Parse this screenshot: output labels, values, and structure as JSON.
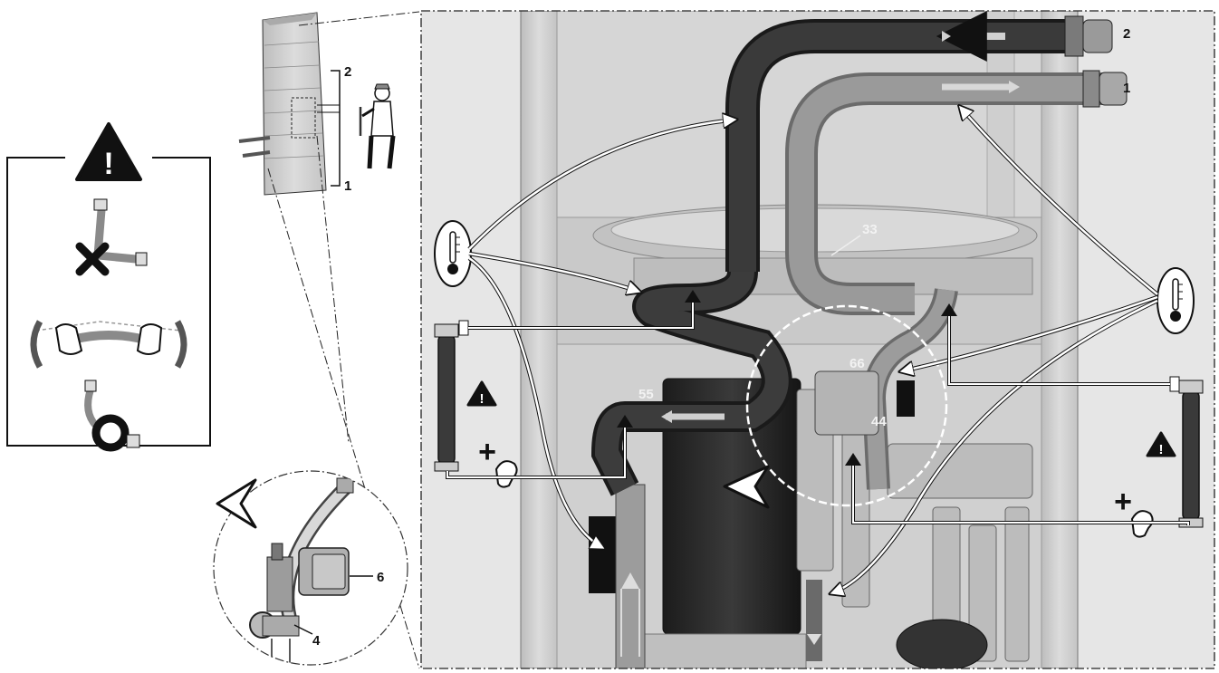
{
  "labels": {
    "top_supply": "2",
    "top_return": "1",
    "thumb_2": "2",
    "thumb_1": "1",
    "pipe_3": "33",
    "pipe_5": "55",
    "part_6": "66",
    "part_4": "44",
    "detail_6": "6",
    "detail_4": "4"
  },
  "symbols": {
    "plus": "+",
    "warning": "!"
  },
  "colors": {
    "ink": "#111111",
    "pipe_dark": "#3a3a3a",
    "pipe_light": "#9a9a9a",
    "panel": "#cfcfcf",
    "background": "#ffffff"
  },
  "icons": [
    "warning-icon",
    "thermometer-icon",
    "hose-icon",
    "clip-icon",
    "eye-icon",
    "technician-icon",
    "no-kink-icon",
    "bend-hose-icon",
    "coil-hose-icon"
  ]
}
